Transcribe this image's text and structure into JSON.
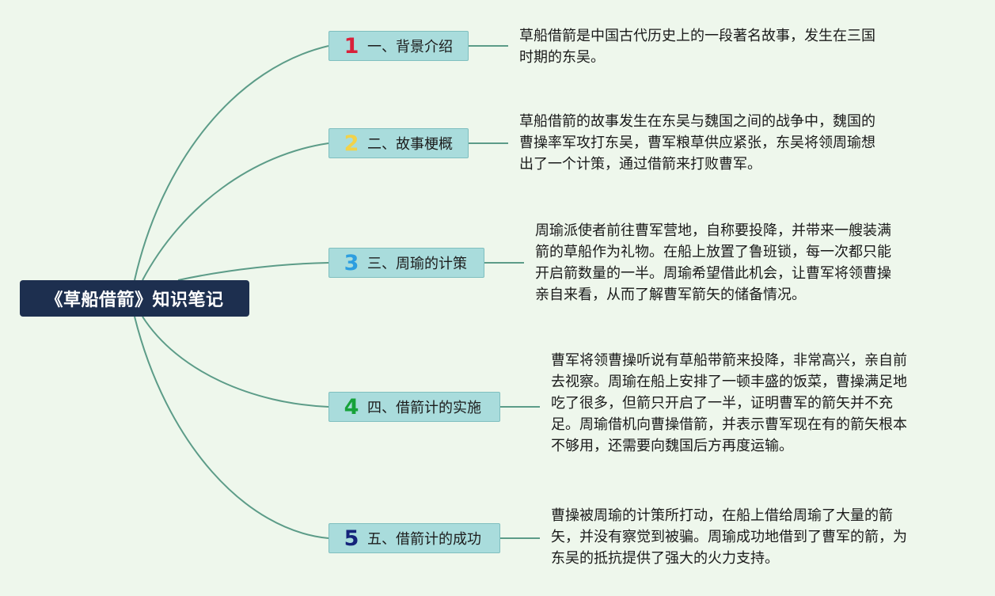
{
  "root": {
    "title": "《草船借箭》知识笔记"
  },
  "branches": [
    {
      "number": "1",
      "number_color": "#d9213a",
      "label": "一、背景介绍",
      "detail_lines": [
        "草船借箭是中国古代历史上的一段著名故事，发生在三国",
        "时期的东吴。"
      ]
    },
    {
      "number": "2",
      "number_color": "#f2d24a",
      "label": "二、故事梗概",
      "detail_lines": [
        "草船借箭的故事发生在东吴与魏国之间的战争中，魏国的",
        "曹操率军攻打东吴，曹军粮草供应紧张，东吴将领周瑜想",
        "出了一个计策，通过借箭来打败曹军。"
      ]
    },
    {
      "number": "3",
      "number_color": "#2d9ee0",
      "label": "三、周瑜的计策",
      "detail_lines": [
        "周瑜派使者前往曹军营地，自称要投降，并带来一艘装满",
        "箭的草船作为礼物。在船上放置了鲁班锁，每一次都只能",
        "开启箭数量的一半。周瑜希望借此机会，让曹军将领曹操",
        "亲自来看，从而了解曹军箭矢的储备情况。"
      ]
    },
    {
      "number": "4",
      "number_color": "#17a23a",
      "label": "四、借箭计的实施",
      "detail_lines": [
        "曹军将领曹操听说有草船带箭来投降，非常高兴，亲自前",
        "去视察。周瑜在船上安排了一顿丰盛的饭菜，曹操满足地",
        "吃了很多，但箭只开启了一半，证明曹军的箭矢并不充",
        "足。周瑜借机向曹操借箭，并表示曹军现在有的箭矢根本",
        "不够用，还需要向魏国后方再度运输。"
      ]
    },
    {
      "number": "5",
      "number_color": "#14237a",
      "label": "五、借箭计的成功",
      "detail_lines": [
        "曹操被周瑜的计策所打动，在船上借给周瑜了大量的箭",
        "矢，并没有察觉到被骗。周瑜成功地借到了曹军的箭，为",
        "东吴的抵抗提供了强大的火力支持。"
      ]
    }
  ],
  "colors": {
    "background": "#eef7ec",
    "root_fill": "#1d2f4f",
    "branch_fill": "#a9dcdc",
    "connector": "#5c9c88"
  }
}
